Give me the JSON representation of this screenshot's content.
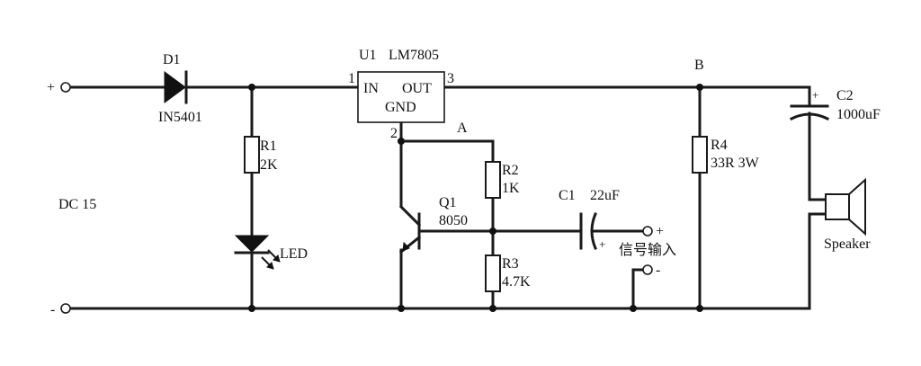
{
  "power": {
    "source_label": "DC 15",
    "plus_label": "+",
    "minus_label": "-"
  },
  "nodes": {
    "a": "A",
    "b": "B"
  },
  "components": {
    "d1": {
      "ref": "D1",
      "value": "IN5401"
    },
    "u1": {
      "ref": "U1",
      "value": "LM7805",
      "pin_in": "IN",
      "pin_out": "OUT",
      "pin_gnd": "GND",
      "pin1": "1",
      "pin2": "2",
      "pin3": "3"
    },
    "r1": {
      "ref": "R1",
      "value": "2K"
    },
    "led": {
      "label": "LED"
    },
    "r2": {
      "ref": "R2",
      "value": "1K"
    },
    "r3": {
      "ref": "R3",
      "value": "4.7K"
    },
    "q1": {
      "ref": "Q1",
      "value": "8050"
    },
    "c1": {
      "ref": "C1",
      "value": "22uF",
      "polarity": "+"
    },
    "r4": {
      "ref": "R4",
      "value": "33R 3W"
    },
    "c2": {
      "ref": "C2",
      "value": "1000uF",
      "polarity": "+"
    },
    "speaker": {
      "label": "Speaker"
    }
  },
  "signal_input": {
    "label": "信号输入",
    "plus_label": "+",
    "minus_label": "-"
  }
}
